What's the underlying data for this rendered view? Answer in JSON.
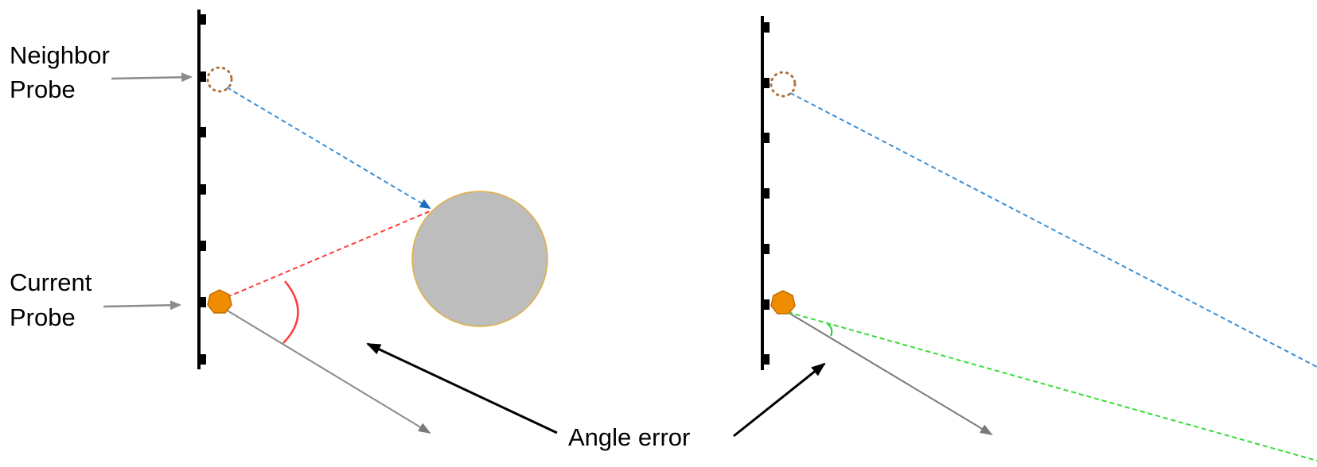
{
  "labels": {
    "neighbor_line1": "Neighbor",
    "neighbor_line2": "Probe",
    "current_line1": "Current",
    "current_line2": "Probe",
    "angle_error": "Angle error"
  },
  "colors": {
    "wall": "#000000",
    "pointer_arrow": "#8c8c8c",
    "neighbor_probe": "#b0703a",
    "current_probe_fill": "#f08c00",
    "current_probe_stroke": "#c06c00",
    "neighbor_ray": "#3a8fd6",
    "neighbor_ray_head": "#1f6fc0",
    "current_ray": "#ff3b3b",
    "angle_arc_left": "#ff3b3b",
    "angle_arc_right": "#22cc44",
    "corrected_ray": "#33dd33",
    "direction_ray": "#8a8a8a",
    "occluder_fill": "#bdbdbd",
    "occluder_stroke": "#e0b040",
    "annotation_arrow": "#000000"
  },
  "icons": {
    "neighbor_probe": "dotted-circle",
    "current_probe": "orange-heptagon",
    "occluder": "gray-sphere"
  }
}
